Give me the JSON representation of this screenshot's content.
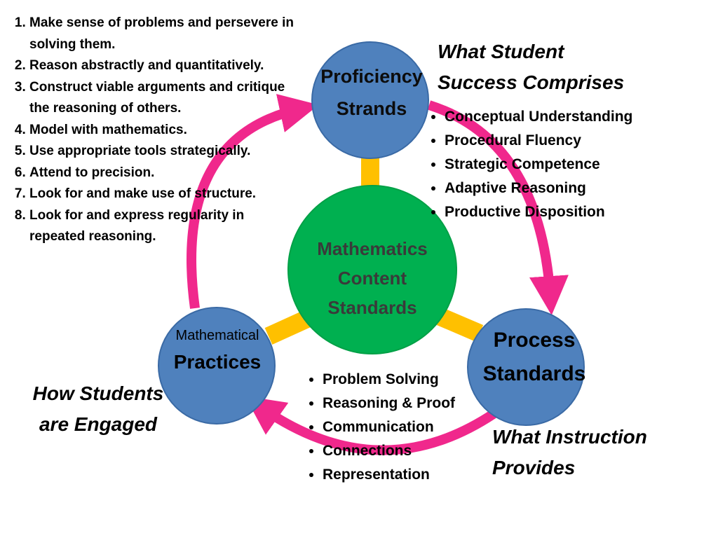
{
  "practices_list": [
    "Make sense of problems and persevere in solving them.",
    "Reason abstractly and quantitatively.",
    "Construct viable arguments and critique the reasoning of others.",
    "Model with mathematics.",
    "Use appropriate tools strategically.",
    "Attend to precision.",
    "Look for and make use of structure.",
    "Look for and express regularity in repeated reasoning."
  ],
  "nodes": {
    "top": {
      "line1": "Proficiency",
      "line2": "Strands"
    },
    "left": {
      "line1": "Mathematical",
      "line2": "Practices"
    },
    "right": {
      "line1": "Process",
      "line2": "Standards"
    },
    "center": {
      "line1": "Mathematics",
      "line2": "Content",
      "line3": "Standards"
    }
  },
  "captions": {
    "top_right": {
      "line1": "What Student",
      "line2": "Success Comprises"
    },
    "left": {
      "line1": "How Students",
      "line2": "are Engaged"
    },
    "right": {
      "line1": "What Instruction",
      "line2": "Provides"
    }
  },
  "strands_list": [
    "Conceptual Understanding",
    "Procedural Fluency",
    "Strategic Competence",
    "Adaptive Reasoning",
    "Productive Disposition"
  ],
  "process_list": [
    "Problem Solving",
    "Reasoning & Proof",
    "Communication",
    "Connections",
    "Representation"
  ],
  "colors": {
    "blue_node": "#4f81bd",
    "blue_border": "#3a6aa5",
    "green_node": "#00b050",
    "connector": "#ffc000",
    "arrow": "#f0288c"
  }
}
